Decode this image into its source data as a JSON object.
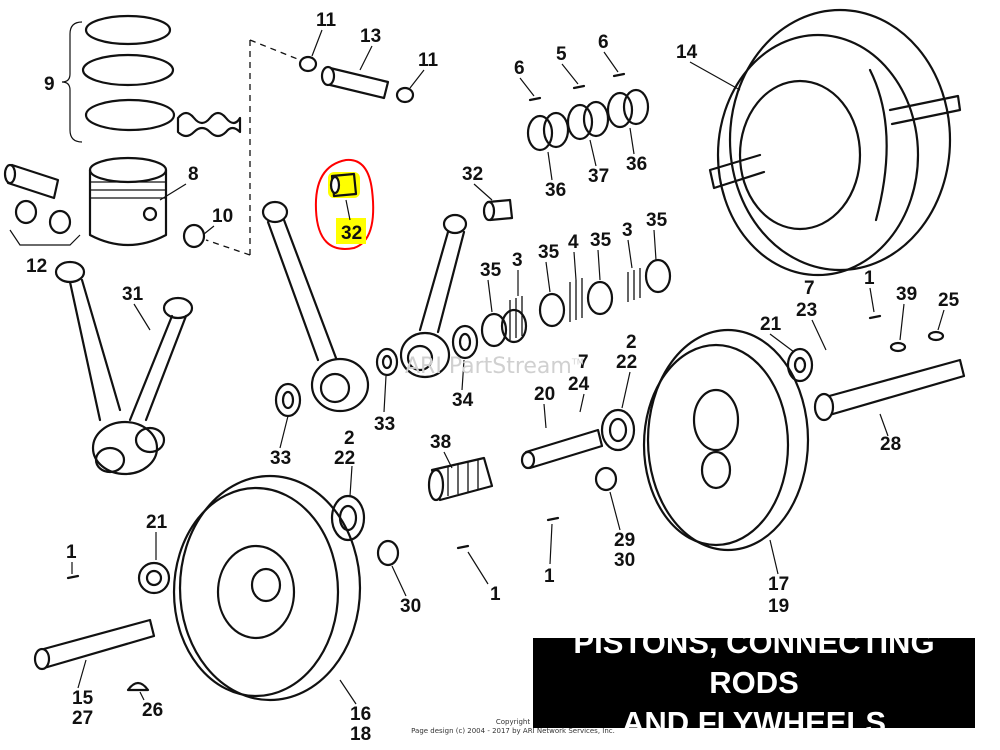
{
  "title_lines": [
    "PISTONS, CONNECTING RODS",
    "AND FLYWHEELS"
  ],
  "copyright": [
    "Copyright",
    "Page design (c) 2004 - 2017 by ARI Network Services, Inc."
  ],
  "watermark": "ARI PartStream",
  "watermark_tm": "TM",
  "highlight_color": "#ffff00",
  "highlight_ring_color": "#ff0000",
  "highlighted_part": "32",
  "callouts": [
    {
      "id": "c-9",
      "text": "9"
    },
    {
      "id": "c-11a",
      "text": "11"
    },
    {
      "id": "c-13",
      "text": "13"
    },
    {
      "id": "c-11b",
      "text": "11"
    },
    {
      "id": "c-8",
      "text": "8"
    },
    {
      "id": "c-10",
      "text": "10"
    },
    {
      "id": "c-12",
      "text": "12"
    },
    {
      "id": "c-31",
      "text": "31"
    },
    {
      "id": "c-32a",
      "text": "32"
    },
    {
      "id": "c-32b",
      "text": "32"
    },
    {
      "id": "c-6a",
      "text": "6"
    },
    {
      "id": "c-5",
      "text": "5"
    },
    {
      "id": "c-6b",
      "text": "6"
    },
    {
      "id": "c-36a",
      "text": "36"
    },
    {
      "id": "c-37",
      "text": "37"
    },
    {
      "id": "c-36b",
      "text": "36"
    },
    {
      "id": "c-14",
      "text": "14"
    },
    {
      "id": "c-35a",
      "text": "35"
    },
    {
      "id": "c-3a",
      "text": "3"
    },
    {
      "id": "c-35b",
      "text": "35"
    },
    {
      "id": "c-4",
      "text": "4"
    },
    {
      "id": "c-35c",
      "text": "35"
    },
    {
      "id": "c-3b",
      "text": "3"
    },
    {
      "id": "c-35d",
      "text": "35"
    },
    {
      "id": "c-1a",
      "text": "1"
    },
    {
      "id": "c-7a",
      "text": "7"
    },
    {
      "id": "c-23",
      "text": "23"
    },
    {
      "id": "c-39",
      "text": "39"
    },
    {
      "id": "c-25",
      "text": "25"
    },
    {
      "id": "c-21a",
      "text": "21"
    },
    {
      "id": "c-2a",
      "text": "2"
    },
    {
      "id": "c-22a",
      "text": "22"
    },
    {
      "id": "c-7b",
      "text": "7"
    },
    {
      "id": "c-24",
      "text": "24"
    },
    {
      "id": "c-20",
      "text": "20"
    },
    {
      "id": "c-33a",
      "text": "33"
    },
    {
      "id": "c-34",
      "text": "34"
    },
    {
      "id": "c-33b",
      "text": "33"
    },
    {
      "id": "c-28",
      "text": "28"
    },
    {
      "id": "c-38",
      "text": "38"
    },
    {
      "id": "c-2b",
      "text": "2"
    },
    {
      "id": "c-22b",
      "text": "22"
    },
    {
      "id": "c-29",
      "text": "29"
    },
    {
      "id": "c-30a",
      "text": "30"
    },
    {
      "id": "c-21b",
      "text": "21"
    },
    {
      "id": "c-1b",
      "text": "1"
    },
    {
      "id": "c-1c",
      "text": "1"
    },
    {
      "id": "c-1d",
      "text": "1"
    },
    {
      "id": "c-30b",
      "text": "30"
    },
    {
      "id": "c-17",
      "text": "17"
    },
    {
      "id": "c-19",
      "text": "19"
    },
    {
      "id": "c-15",
      "text": "15"
    },
    {
      "id": "c-27",
      "text": "27"
    },
    {
      "id": "c-26",
      "text": "26"
    },
    {
      "id": "c-16",
      "text": "16"
    },
    {
      "id": "c-18",
      "text": "18"
    }
  ]
}
